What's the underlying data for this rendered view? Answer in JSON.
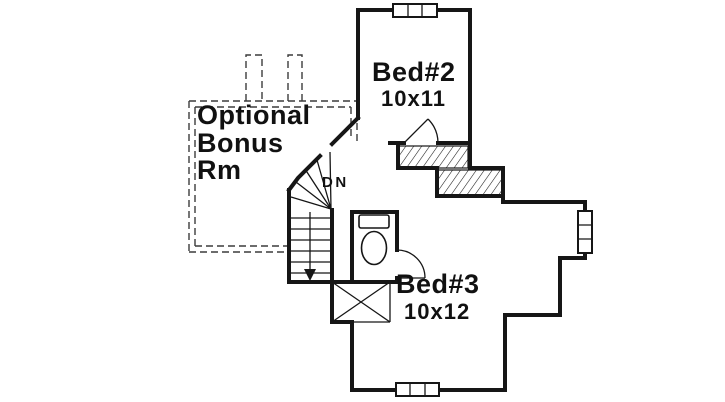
{
  "page": {
    "background": "#ffffff",
    "ink": "#161616"
  },
  "floorplan": {
    "bonus_room": {
      "line1": "Optional",
      "line2": "Bonus",
      "line3": "Rm"
    },
    "bed2": {
      "name": "Bed#2",
      "dims": "10x11"
    },
    "bed3": {
      "name": "Bed#3",
      "dims": "10x12"
    },
    "stairs": {
      "down_label": "DN"
    }
  }
}
